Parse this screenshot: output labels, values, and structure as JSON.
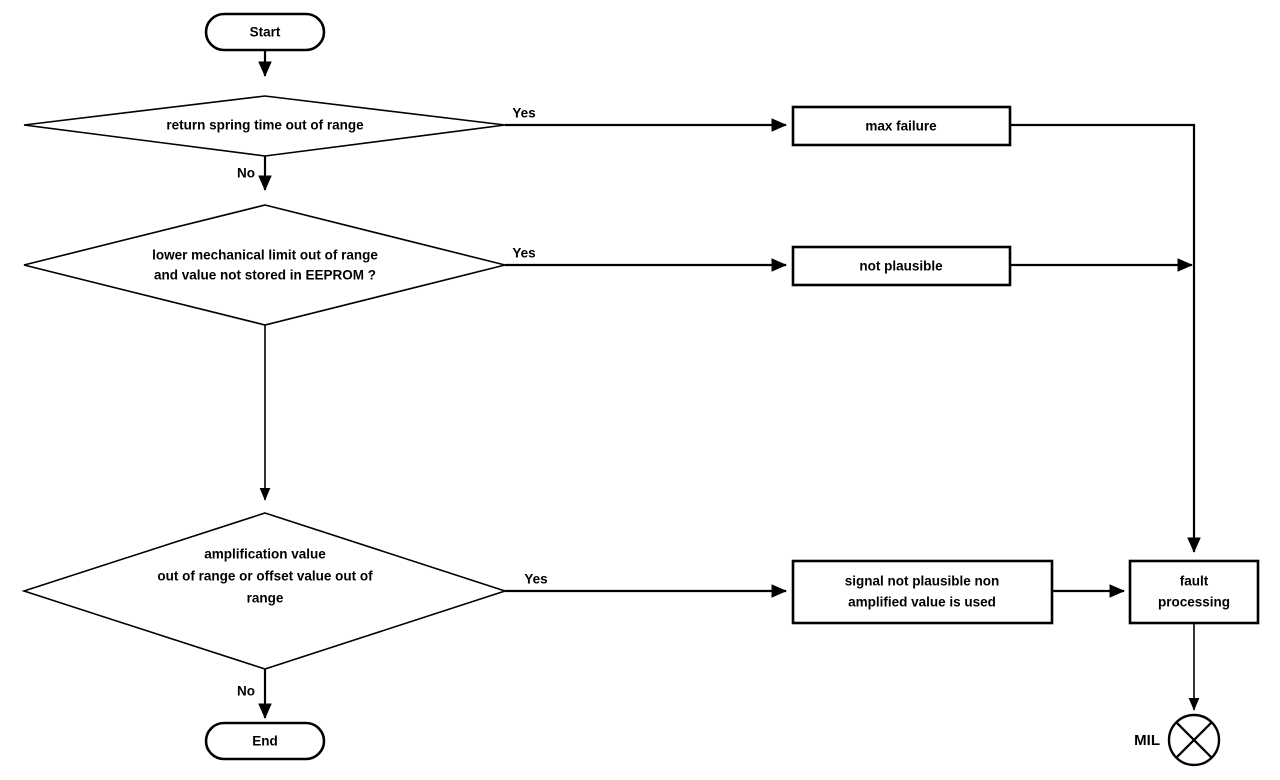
{
  "diagram": {
    "type": "flowchart",
    "title": "",
    "background_color": "#ffffff",
    "line_color": "#000000",
    "nodes": {
      "start": {
        "label": "Start",
        "shape": "terminator"
      },
      "end": {
        "label": "End",
        "shape": "terminator"
      },
      "decision1": {
        "label": "return spring time out of range",
        "shape": "decision"
      },
      "decision2_line1": "lower mechanical limit out of range",
      "decision2_line2": "and value not stored in EEPROM ?",
      "decision3_line1": "amplification value",
      "decision3_line2": "out of range or offset value out of",
      "decision3_line3": "range",
      "process_max_failure": {
        "label": "max failure",
        "shape": "process"
      },
      "process_not_plausible": {
        "label": "not plausible",
        "shape": "process"
      },
      "process_signal_line1": "signal not plausible non",
      "process_signal_line2": "amplified value is used",
      "process_fault_line1": "fault",
      "process_fault_line2": "processing",
      "mil": {
        "label": "MIL",
        "shape": "circle-x"
      }
    },
    "edge_labels": {
      "yes1": "Yes",
      "yes2": "Yes",
      "yes3": "Yes",
      "no1": "No",
      "no3": "No"
    }
  }
}
